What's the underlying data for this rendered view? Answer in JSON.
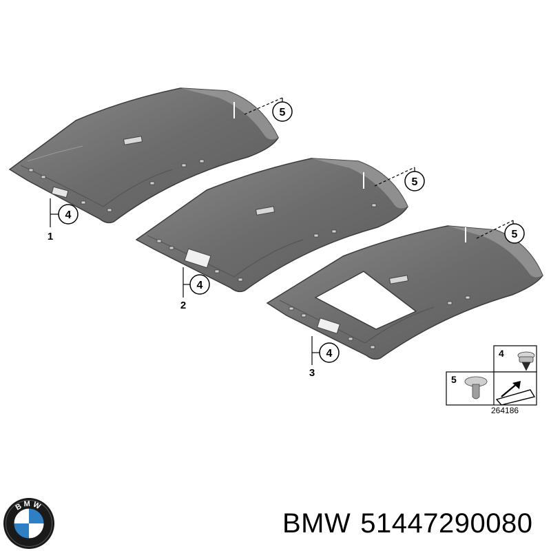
{
  "diagram": {
    "parts": [
      {
        "number": "1",
        "callouts": [
          "4",
          "5"
        ]
      },
      {
        "number": "2",
        "callouts": [
          "4",
          "5"
        ]
      },
      {
        "number": "3",
        "callouts": [
          "4",
          "5"
        ]
      }
    ],
    "legend": {
      "items": [
        {
          "number": "4",
          "icon": "clip-icon"
        },
        {
          "number": "5",
          "icon": "push-rivet-icon"
        }
      ],
      "reference_number": "264186"
    }
  },
  "caption": {
    "brand": "BMW",
    "part_number": "51447290080"
  },
  "logo": {
    "name": "bmw-logo",
    "text": "BMW",
    "colors": {
      "ring": "#1a1a1a",
      "blue": "#2f7fc4",
      "white": "#ffffff"
    }
  },
  "colors": {
    "headliner_fill": "#6f6f6f",
    "headliner_edge": "#8c8c8c",
    "headliner_dark": "#4a4a4a",
    "line": "#000000"
  }
}
